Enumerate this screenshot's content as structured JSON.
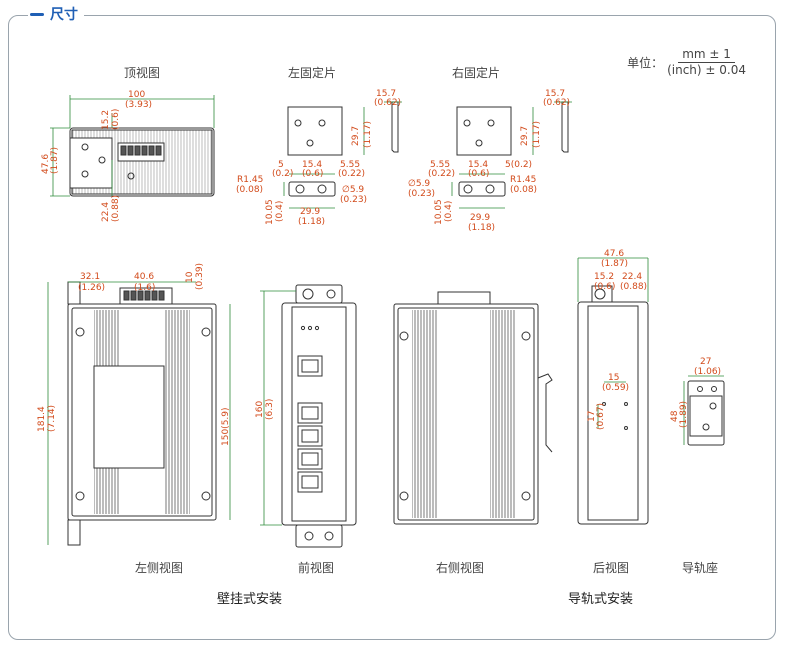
{
  "header": {
    "title": "尺寸"
  },
  "units": {
    "prefix": "单位：",
    "numerator": "mm ± 1",
    "denominator": "(inch) ± 0.04"
  },
  "views": {
    "top": "顶视图",
    "left_bracket": "左固定片",
    "right_bracket": "右固定片",
    "left_side": "左侧视图",
    "front": "前视图",
    "right_side": "右侧视图",
    "rear": "后视图",
    "rail_mount": "导轨座"
  },
  "sections": {
    "wall": "壁挂式安装",
    "din": "导轨式安装"
  },
  "dims": {
    "top_width": "100",
    "top_width_in": "(3.93)",
    "top_15_2": "15.2",
    "top_15_2_in": "(0.6)",
    "top_47_6": "47.6",
    "top_47_6_in": "(1.87)",
    "top_22_4": "22.4",
    "top_22_4_in": "(0.88)",
    "lb_15_7": "15.7",
    "lb_15_7_in": "(0.62)",
    "lb_29_7": "29.7",
    "lb_29_7_in": "(1.17)",
    "lb_5": "5",
    "lb_5_in": "(0.2)",
    "lb_15_4": "15.4",
    "lb_15_4_in": "(0.6)",
    "lb_5_55": "5.55",
    "lb_5_55_in": "(0.22)",
    "lb_r": "R1.45",
    "lb_r_in": "(0.08)",
    "lb_d": "∅5.9",
    "lb_d_in": "(0.23)",
    "lb_10_05": "10.05",
    "lb_10_05_in": "(0.4)",
    "lb_29_9": "29.9",
    "lb_29_9_in": "(1.18)",
    "rb_15_7": "15.7",
    "rb_15_7_in": "(0.62)",
    "rb_29_7": "29.7",
    "rb_29_7_in": "(1.17)",
    "rb_5_55": "5.55",
    "rb_5_55_in": "(0.22)",
    "rb_15_4": "15.4",
    "rb_15_4_in": "(0.6)",
    "rb_5": "5(0.2)",
    "rb_d": "∅5.9",
    "rb_d_in": "(0.23)",
    "rb_r": "R1.45",
    "rb_r_in": "(0.08)",
    "rb_10_05": "10.05",
    "rb_10_05_in": "(0.4)",
    "rb_29_9": "29.9",
    "rb_29_9_in": "(1.18)",
    "ls_32_1": "32.1",
    "ls_32_1_in": "(1.26)",
    "ls_40_6": "40.6",
    "ls_40_6_in": "(1.6)",
    "ls_10": "10",
    "ls_10_in": "(0.39)",
    "ls_181_4": "181.4",
    "ls_181_4_in": "(7.14)",
    "ls_150": "150(5.9)",
    "fr_160": "160",
    "fr_160_in": "(6.3)",
    "bk_47_6": "47.6",
    "bk_47_6_in": "(1.87)",
    "bk_15_2": "15.2",
    "bk_15_2_in": "(0.6)",
    "bk_22_4": "22.4",
    "bk_22_4_in": "(0.88)",
    "bk_15": "15",
    "bk_15_in": "(0.59)",
    "bk_17": "17",
    "bk_17_in": "(0.67)",
    "rm_27": "27",
    "rm_27_in": "(1.06)",
    "rm_48": "48",
    "rm_48_in": "(1.89)"
  },
  "colors": {
    "accent": "#1f5fb5",
    "dimension": "#d24a1a",
    "dim_line": "#2e8b3a",
    "outline": "#333333"
  }
}
